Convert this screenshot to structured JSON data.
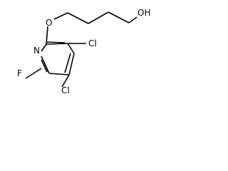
{
  "molecule": {
    "atoms": {
      "oxygen_ether": "O",
      "hydroxyl": "OH",
      "nitrogen": "N",
      "fluorine": "F",
      "chlorine_top": "Cl",
      "chlorine_bottom": "Cl"
    }
  }
}
